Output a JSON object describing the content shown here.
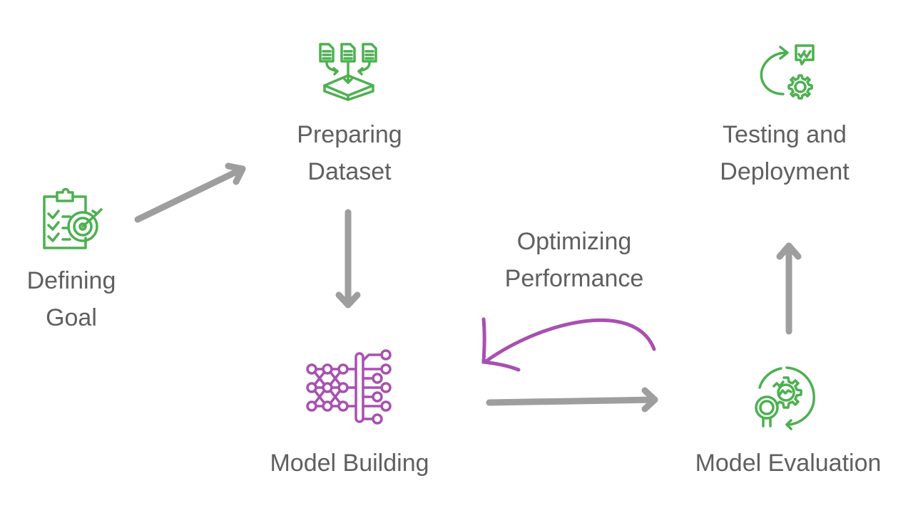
{
  "diagram": {
    "colors": {
      "node_icon": "#4cb050",
      "model_icon": "#a850b0",
      "arrow": "#9e9e9e",
      "feedback_arrow": "#a850b0",
      "text": "#5f5f5f"
    },
    "nodes": [
      {
        "id": "defining-goal",
        "lines": [
          "Defining",
          "Goal"
        ],
        "icon": "clipboard-target-icon"
      },
      {
        "id": "preparing-dataset",
        "lines": [
          "Preparing",
          "Dataset"
        ],
        "icon": "documents-into-box-icon"
      },
      {
        "id": "model-building",
        "lines": [
          "Model Building"
        ],
        "icon": "neural-network-icon"
      },
      {
        "id": "model-evaluation",
        "lines": [
          "Model Evaluation"
        ],
        "icon": "gear-magnifier-cycle-icon"
      },
      {
        "id": "testing-deployment",
        "lines": [
          "Testing and",
          "Deployment"
        ],
        "icon": "cycle-gear-approval-icon"
      }
    ],
    "feedback_label": {
      "lines": [
        "Optimizing",
        "Performance"
      ]
    },
    "edges": [
      {
        "from": "defining-goal",
        "to": "preparing-dataset"
      },
      {
        "from": "preparing-dataset",
        "to": "model-building"
      },
      {
        "from": "model-building",
        "to": "model-evaluation"
      },
      {
        "from": "model-evaluation",
        "to": "model-building",
        "label": "Optimizing Performance"
      },
      {
        "from": "model-evaluation",
        "to": "testing-deployment"
      }
    ]
  }
}
